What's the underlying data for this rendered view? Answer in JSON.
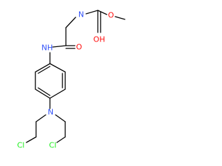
{
  "structure": {
    "atoms": {
      "nh_carbamate": "N",
      "carbonyl_o_top": "O",
      "oh": "OH",
      "nh_amide": "NH",
      "amide_o": "O",
      "n_amine": "N",
      "cl_left": "Cl",
      "cl_right": "Cl"
    },
    "colors": {
      "bond": "#000000",
      "nitrogen": "#3050f8",
      "oxygen": "#ff0d0d",
      "chlorine": "#1ff01f"
    }
  }
}
